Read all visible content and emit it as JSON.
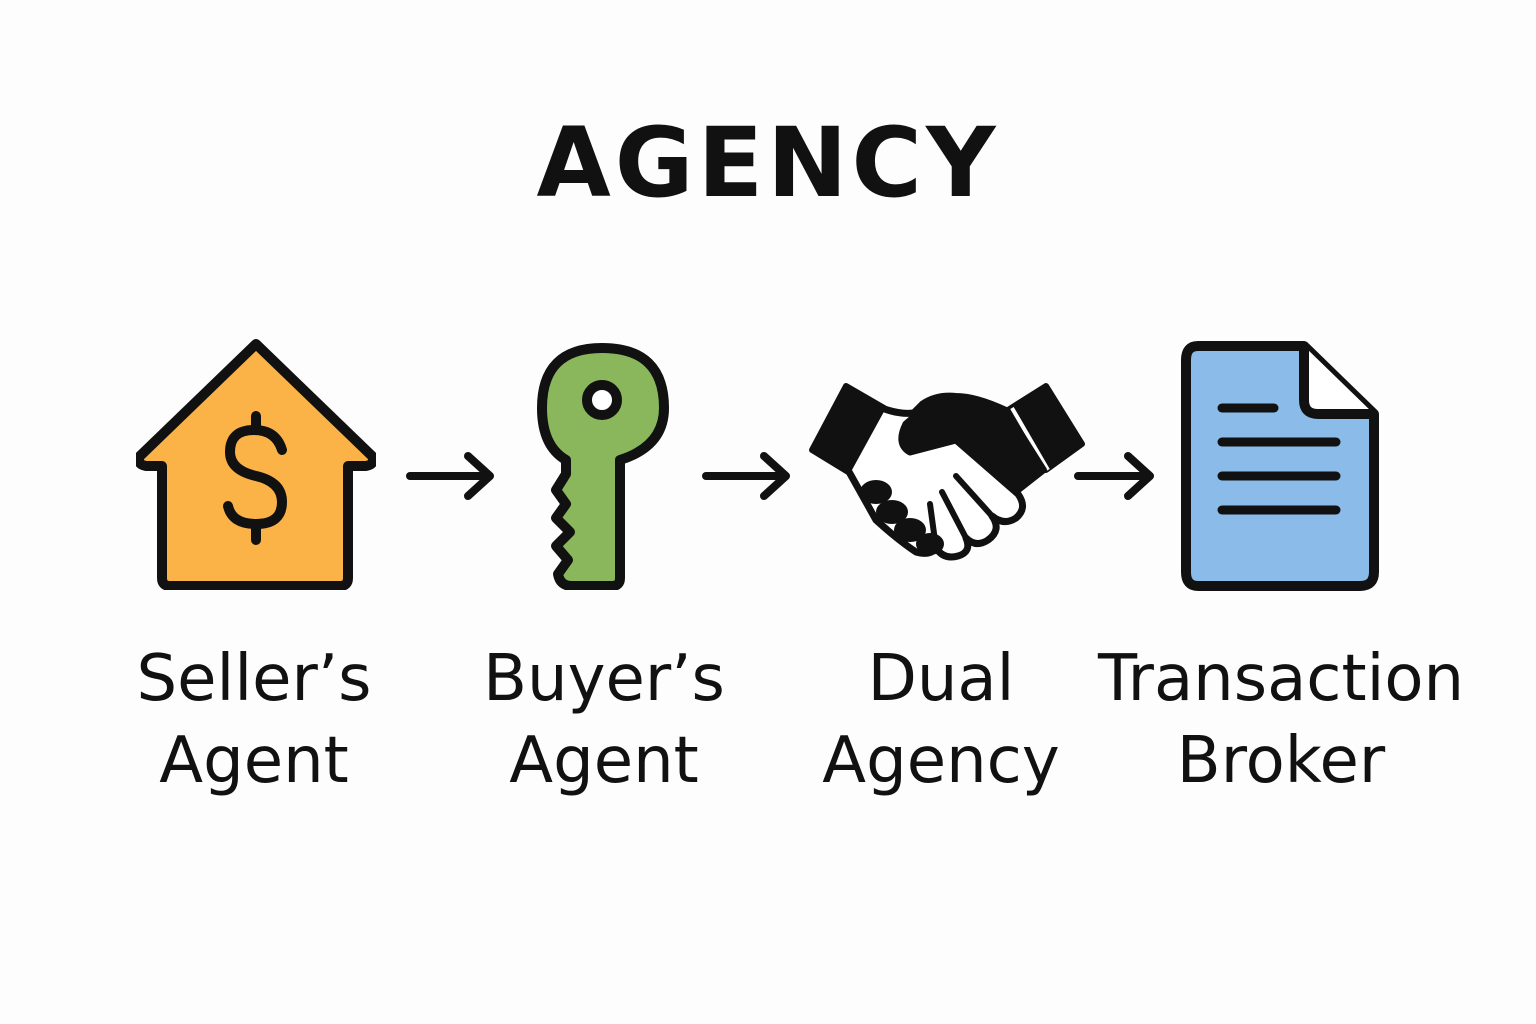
{
  "title": "AGENCY",
  "colors": {
    "house": "#fbb347",
    "key": "#8ab75c",
    "document": "#8bbbe8",
    "outline": "#111111"
  },
  "steps": [
    {
      "line1": "Seller’s",
      "line2": "Agent",
      "icon": "house-dollar-icon"
    },
    {
      "line1": "Buyer’s",
      "line2": "Agent",
      "icon": "key-icon"
    },
    {
      "line1": "Dual",
      "line2": "Agency",
      "icon": "handshake-icon"
    },
    {
      "line1": "Transaction",
      "line2": "Broker",
      "icon": "document-icon"
    }
  ]
}
